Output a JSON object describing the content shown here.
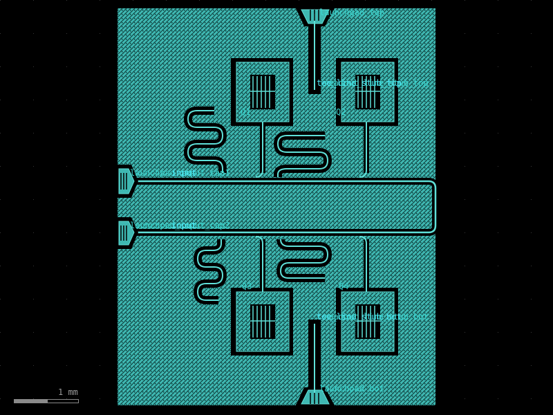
{
  "labels": {
    "launch_top": "launchpad_top",
    "launch_bottom": "launchpad_bot",
    "drive_line_top_left": "tee_line_stub_top",
    "drive_line_top_right": "readout_line_stub_top",
    "drive_line_bottom_left": "tee_line_stub_bot",
    "drive_line_bottom_right": "readout_line_stub_bot",
    "qubit1": "Q1",
    "qubit2": "Q2",
    "qubit3": "Q3",
    "qubit4": "Q4",
    "launch_left_top": "launchpad_input_cap1",
    "launch_left_bottom": "launchpad_input_cap2",
    "input_top": "input",
    "input_bottom": "input"
  },
  "scale_bar": {
    "label": "1 mm",
    "fill_fraction": 0.52
  },
  "colors": {
    "metal": "#48c7c0",
    "trace": "#5fe0d8",
    "background": "#000000",
    "grid": "#3a3a3a"
  }
}
